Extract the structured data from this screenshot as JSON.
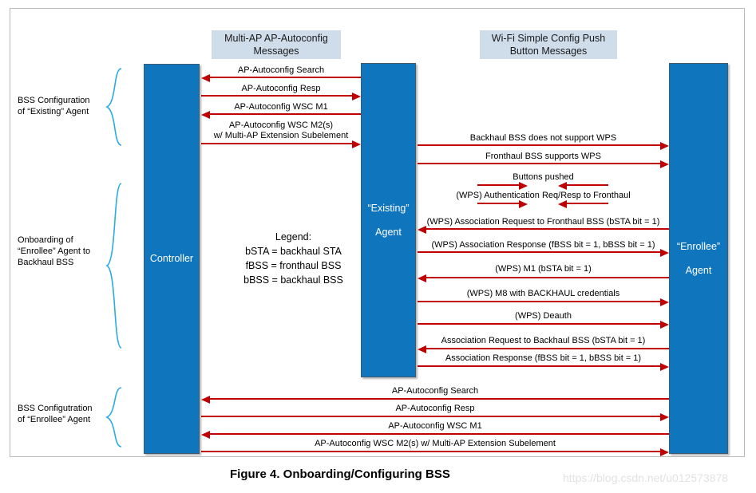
{
  "figure": {
    "caption": "Figure 4.  Onboarding/Configuring BSS",
    "watermark": "https://blog.csdn.net/u012573878"
  },
  "colors": {
    "lifeline_fill": "#0f75bd",
    "arrow": "#c00000",
    "section_header_bg": "#cfdcea",
    "brace": "#29abe2"
  },
  "lifelines": [
    {
      "id": "controller",
      "line1": "Controller",
      "line2": ""
    },
    {
      "id": "existing-agent",
      "line1": "“Existing”",
      "line2": "Agent"
    },
    {
      "id": "enrollee-agent",
      "line1": "“Enrollee”",
      "line2": "Agent"
    }
  ],
  "section_headers": [
    {
      "id": "multi-ap-autoconfig",
      "line1": "Multi-AP AP-Autoconfig",
      "line2": "Messages"
    },
    {
      "id": "wifi-simple-config",
      "line1": "Wi-Fi Simple Config Push",
      "line2": "Button Messages"
    }
  ],
  "groups": [
    {
      "id": "bss-config-existing",
      "lines": [
        "BSS Configuration",
        "of “Existing” Agent"
      ]
    },
    {
      "id": "onboarding-enrollee",
      "lines": [
        "Onboarding of",
        "“Enrollee” Agent to",
        "Backhaul BSS"
      ]
    },
    {
      "id": "bss-config-enrollee",
      "lines": [
        "BSS Configutration",
        "of “Enrollee” Agent"
      ]
    }
  ],
  "legend": {
    "title": "Legend:",
    "entries": [
      "bSTA = backhaul STA",
      "fBSS = fronthaul BSS",
      "bBSS = backhaul BSS"
    ]
  },
  "messages": [
    {
      "id": "m1",
      "label": "AP-Autoconfig Search",
      "direction": "left"
    },
    {
      "id": "m2",
      "label": "AP-Autoconfig Resp",
      "direction": "right"
    },
    {
      "id": "m3",
      "label": "AP-Autoconfig WSC M1",
      "direction": "left"
    },
    {
      "id": "m4",
      "label_line1": "AP-Autoconfig WSC M2(s)",
      "label_line2": "w/ Multi-AP Extension Subelement",
      "direction": "right"
    },
    {
      "id": "m5",
      "label": "Backhaul BSS does not support WPS",
      "direction": "right"
    },
    {
      "id": "m6",
      "label": "Fronthaul BSS supports WPS",
      "direction": "right"
    },
    {
      "id": "m7",
      "label": "Buttons pushed",
      "direction": "inward-pair"
    },
    {
      "id": "m8",
      "label": "(WPS) Authentication Req/Resp to Fronthaul",
      "direction": "inward-pair"
    },
    {
      "id": "m9",
      "label": "(WPS) Association Request to Fronthaul BSS (bSTA bit = 1)",
      "direction": "left"
    },
    {
      "id": "m10",
      "label": "(WPS) Association Response (fBSS bit = 1, bBSS bit = 1)",
      "direction": "right"
    },
    {
      "id": "m11",
      "label": "(WPS) M1 (bSTA bit = 1)",
      "direction": "left"
    },
    {
      "id": "m12",
      "label": "(WPS) M8 with BACKHAUL credentials",
      "direction": "right"
    },
    {
      "id": "m13",
      "label": "(WPS) Deauth",
      "direction": "right"
    },
    {
      "id": "m14",
      "label": "Association Request to Backhaul BSS (bSTA bit = 1)",
      "direction": "left"
    },
    {
      "id": "m15",
      "label": "Association Response (fBSS bit = 1, bBSS bit = 1)",
      "direction": "right"
    },
    {
      "id": "m16",
      "label": "AP-Autoconfig Search",
      "direction": "left"
    },
    {
      "id": "m17",
      "label": "AP-Autoconfig Resp",
      "direction": "right"
    },
    {
      "id": "m18",
      "label": "AP-Autoconfig WSC M1",
      "direction": "left"
    },
    {
      "id": "m19",
      "label": "AP-Autoconfig WSC M2(s) w/ Multi-AP Extension Subelement",
      "direction": "right"
    }
  ]
}
